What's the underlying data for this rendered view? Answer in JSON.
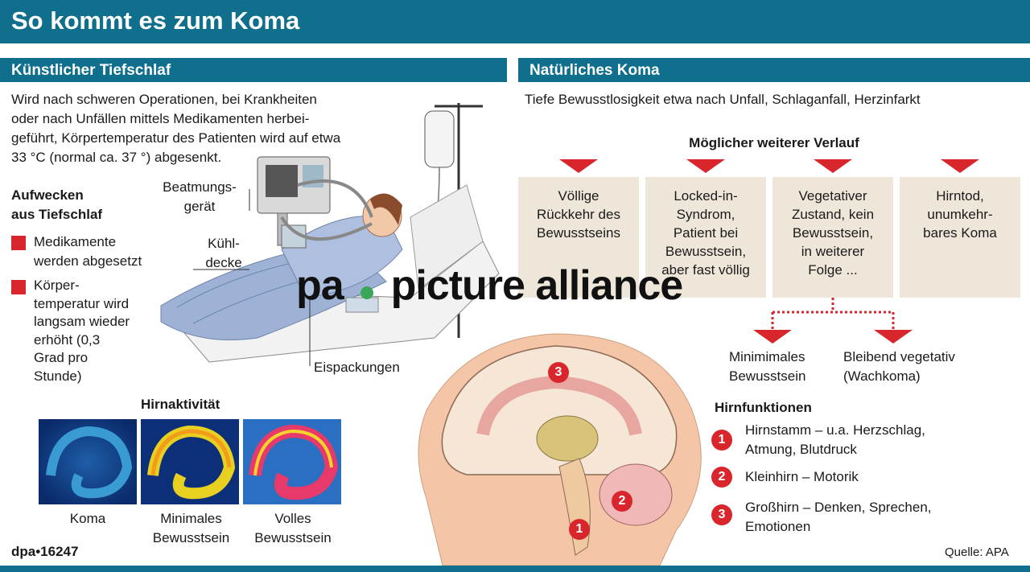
{
  "title": "So kommt es zum Koma",
  "left": {
    "header": "Künstlicher Tiefschlaf",
    "intro": [
      "Wird nach schweren Operationen, bei Krankheiten",
      "oder nach Unfällen mittels Medikamenten herbei-",
      "geführt, Körpertemperatur des Patienten wird auf etwa",
      "33 °C (normal ca. 37 °) abgesenkt."
    ],
    "wake_heading": [
      "Aufwecken",
      "aus Tiefschlaf"
    ],
    "wake_items": [
      [
        "Medikamente",
        "werden abgesetzt"
      ],
      [
        "Körper-",
        "temperatur wird",
        "langsam wieder",
        "erhöht (0,3",
        "Grad pro",
        "Stunde)"
      ]
    ],
    "labels": {
      "beatmung": [
        "Beatmungs-",
        "gerät"
      ],
      "kuehl": [
        "Kühl-",
        "decke"
      ],
      "eis": "Eispackungen"
    },
    "brain_activity": {
      "heading": "Hirnaktivität",
      "scans": [
        [
          "Koma"
        ],
        [
          "Minimales",
          "Bewusstsein"
        ],
        [
          "Volles",
          "Bewusstsein"
        ]
      ]
    },
    "credit": "dpa•16247"
  },
  "right": {
    "header": "Natürliches Koma",
    "intro": "Tiefe Bewusstlosigkeit etwa nach Unfall, Schlaganfall, Herzinfarkt",
    "course_heading": "Möglicher weiterer Verlauf",
    "outcomes": [
      [
        "Völlige",
        "Rückkehr des",
        "Bewusstseins"
      ],
      [
        "Locked-in-",
        "Syndrom,",
        "Patient bei",
        "Bewusstsein,",
        "aber fast völlig"
      ],
      [
        "Vegetativer",
        "Zustand, kein",
        "Bewusstsein,",
        "in weiterer",
        "Folge ..."
      ],
      [
        "Hirntod,",
        "unumkehr-",
        "bares Koma"
      ]
    ],
    "sub_outcomes": [
      [
        "Minimimales",
        "Bewusstsein"
      ],
      [
        "Bleibend vegetativ",
        "(Wachkoma)"
      ]
    ],
    "functions_heading": "Hirnfunktionen",
    "functions": [
      {
        "num": "1",
        "text": [
          "Hirnstamm – u.a. Herzschlag,",
          "Atmung, Blutdruck"
        ]
      },
      {
        "num": "2",
        "text": [
          "Kleinhirn – Motorik"
        ]
      },
      {
        "num": "3",
        "text": [
          "Großhirn – Denken, Sprechen,",
          "Emotionen"
        ]
      }
    ],
    "source": "Quelle: APA"
  },
  "watermark": {
    "left": "pa",
    "right": "picture alliance"
  },
  "colors": {
    "teal": "#0f6f8c",
    "red": "#d9262c",
    "beige": "#efe6da"
  }
}
